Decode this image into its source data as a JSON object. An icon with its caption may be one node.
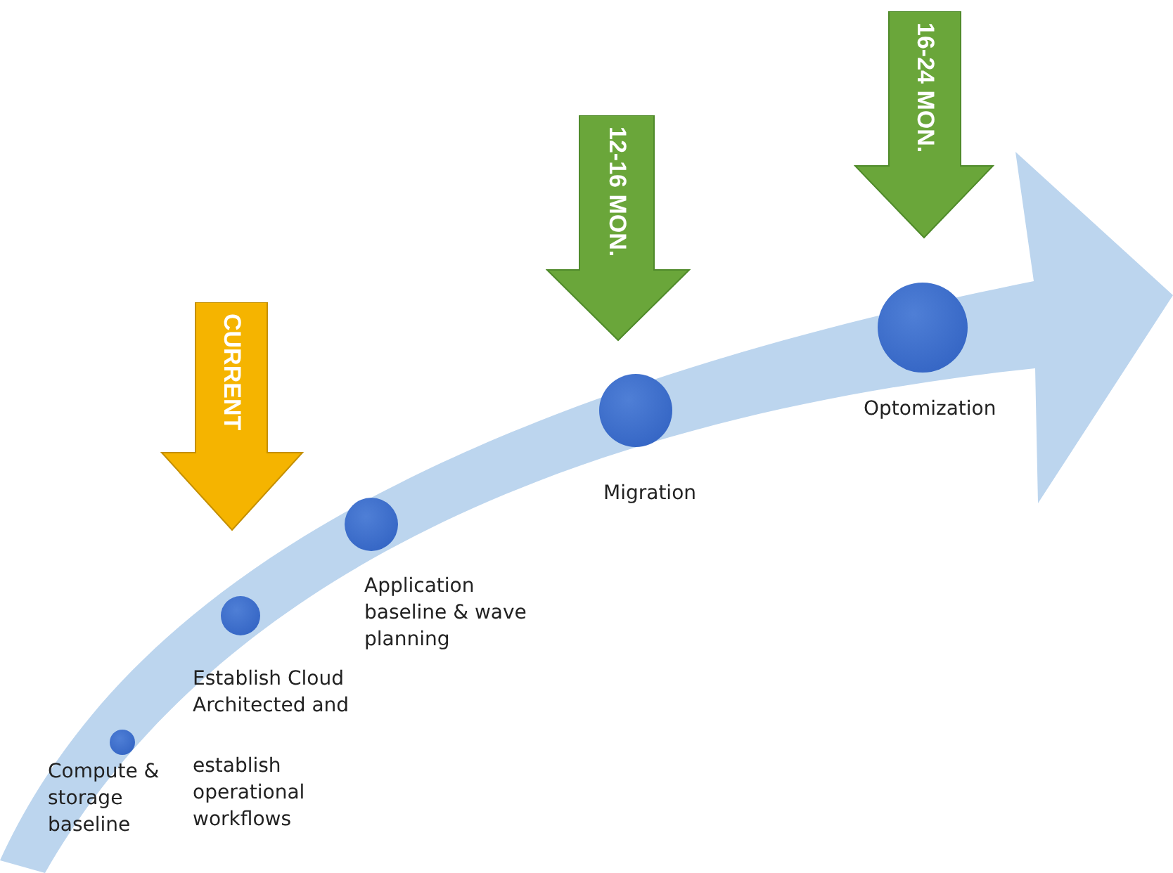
{
  "diagram": {
    "nodes": [
      {
        "text": [
          "Compute & storage baseline"
        ]
      },
      {
        "text": [
          "Establish Cloud Architected and",
          "establish operational workflows"
        ]
      },
      {
        "text": [
          "Application baseline & wave planning"
        ]
      },
      {
        "text": [
          "Migration"
        ]
      },
      {
        "text": [
          "Optomization"
        ]
      },
      {
        "text": [
          "CURRENT"
        ]
      },
      {
        "text": [
          "12-16 MON."
        ]
      },
      {
        "text": [
          "16-24 MON."
        ]
      }
    ]
  }
}
